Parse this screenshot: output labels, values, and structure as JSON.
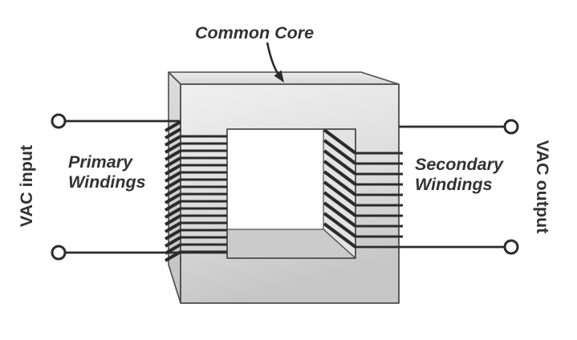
{
  "diagram": {
    "type": "transformer-cutaway",
    "labels": {
      "common_core": "Common Core",
      "primary_line1": "Primary",
      "primary_line2": "Windings",
      "secondary_line1": "Secondary",
      "secondary_line2": "Windings",
      "vac_input": "VAC input",
      "vac_output": "VAC output"
    },
    "windings": {
      "primary_turns": 17,
      "secondary_turns": 9
    },
    "terminals": {
      "count": 4,
      "style": "open-circle"
    },
    "colors": {
      "line": "#2b2b2b",
      "text": "#333333",
      "core_outline": "#4d4d4d",
      "core_front_light": "#efefef",
      "core_front_dark": "#c6c6c6",
      "core_top_light": "#ececec",
      "core_top_dark": "#d7d7d7",
      "core_side_light": "#dddddd",
      "core_side_dark": "#c2c2c2",
      "inner_right_face": "#e3e3e3",
      "inner_bottom_face": "#cbcbcb",
      "window": "#ffffff"
    }
  }
}
